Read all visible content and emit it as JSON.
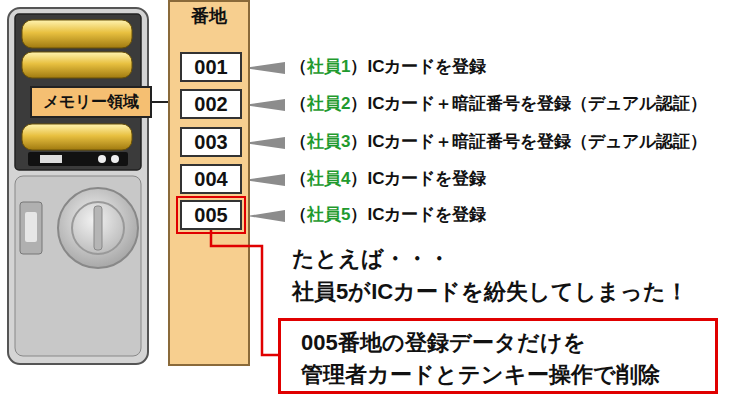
{
  "diagram": {
    "nodes": [
      {
        "text": [
          "メモリー領域"
        ]
      },
      {
        "text": [
          "番地"
        ]
      },
      {
        "text": [
          "001"
        ],
        "in": 1
      },
      {
        "text": [
          "002"
        ],
        "in": 1
      },
      {
        "text": [
          "003"
        ],
        "in": 1
      },
      {
        "text": [
          "004"
        ],
        "in": 1
      },
      {
        "text": [
          "005"
        ],
        "in": 1
      },
      {
        "text": [
          "005番地の登録データだけを 管理者カードとテンキー操作で削除"
        ]
      }
    ],
    "edges": [
      {
        "from": 0,
        "to": 1,
        "arrow": "none"
      },
      {
        "from": 6,
        "to": 7,
        "arrow": "none"
      }
    ],
    "labels": [
      "（社員1）ICカードを登録",
      "（社員2）ICカード＋暗証番号を登録（デュアル認証）",
      "（社員3）ICカード＋暗証番号を登録（デュアル認証）",
      "（社員4）ICカードを登録",
      "（社員5）ICカードを登録",
      "たとえば・・・",
      "社員5がICカードを紛失してしまった！"
    ]
  }
}
